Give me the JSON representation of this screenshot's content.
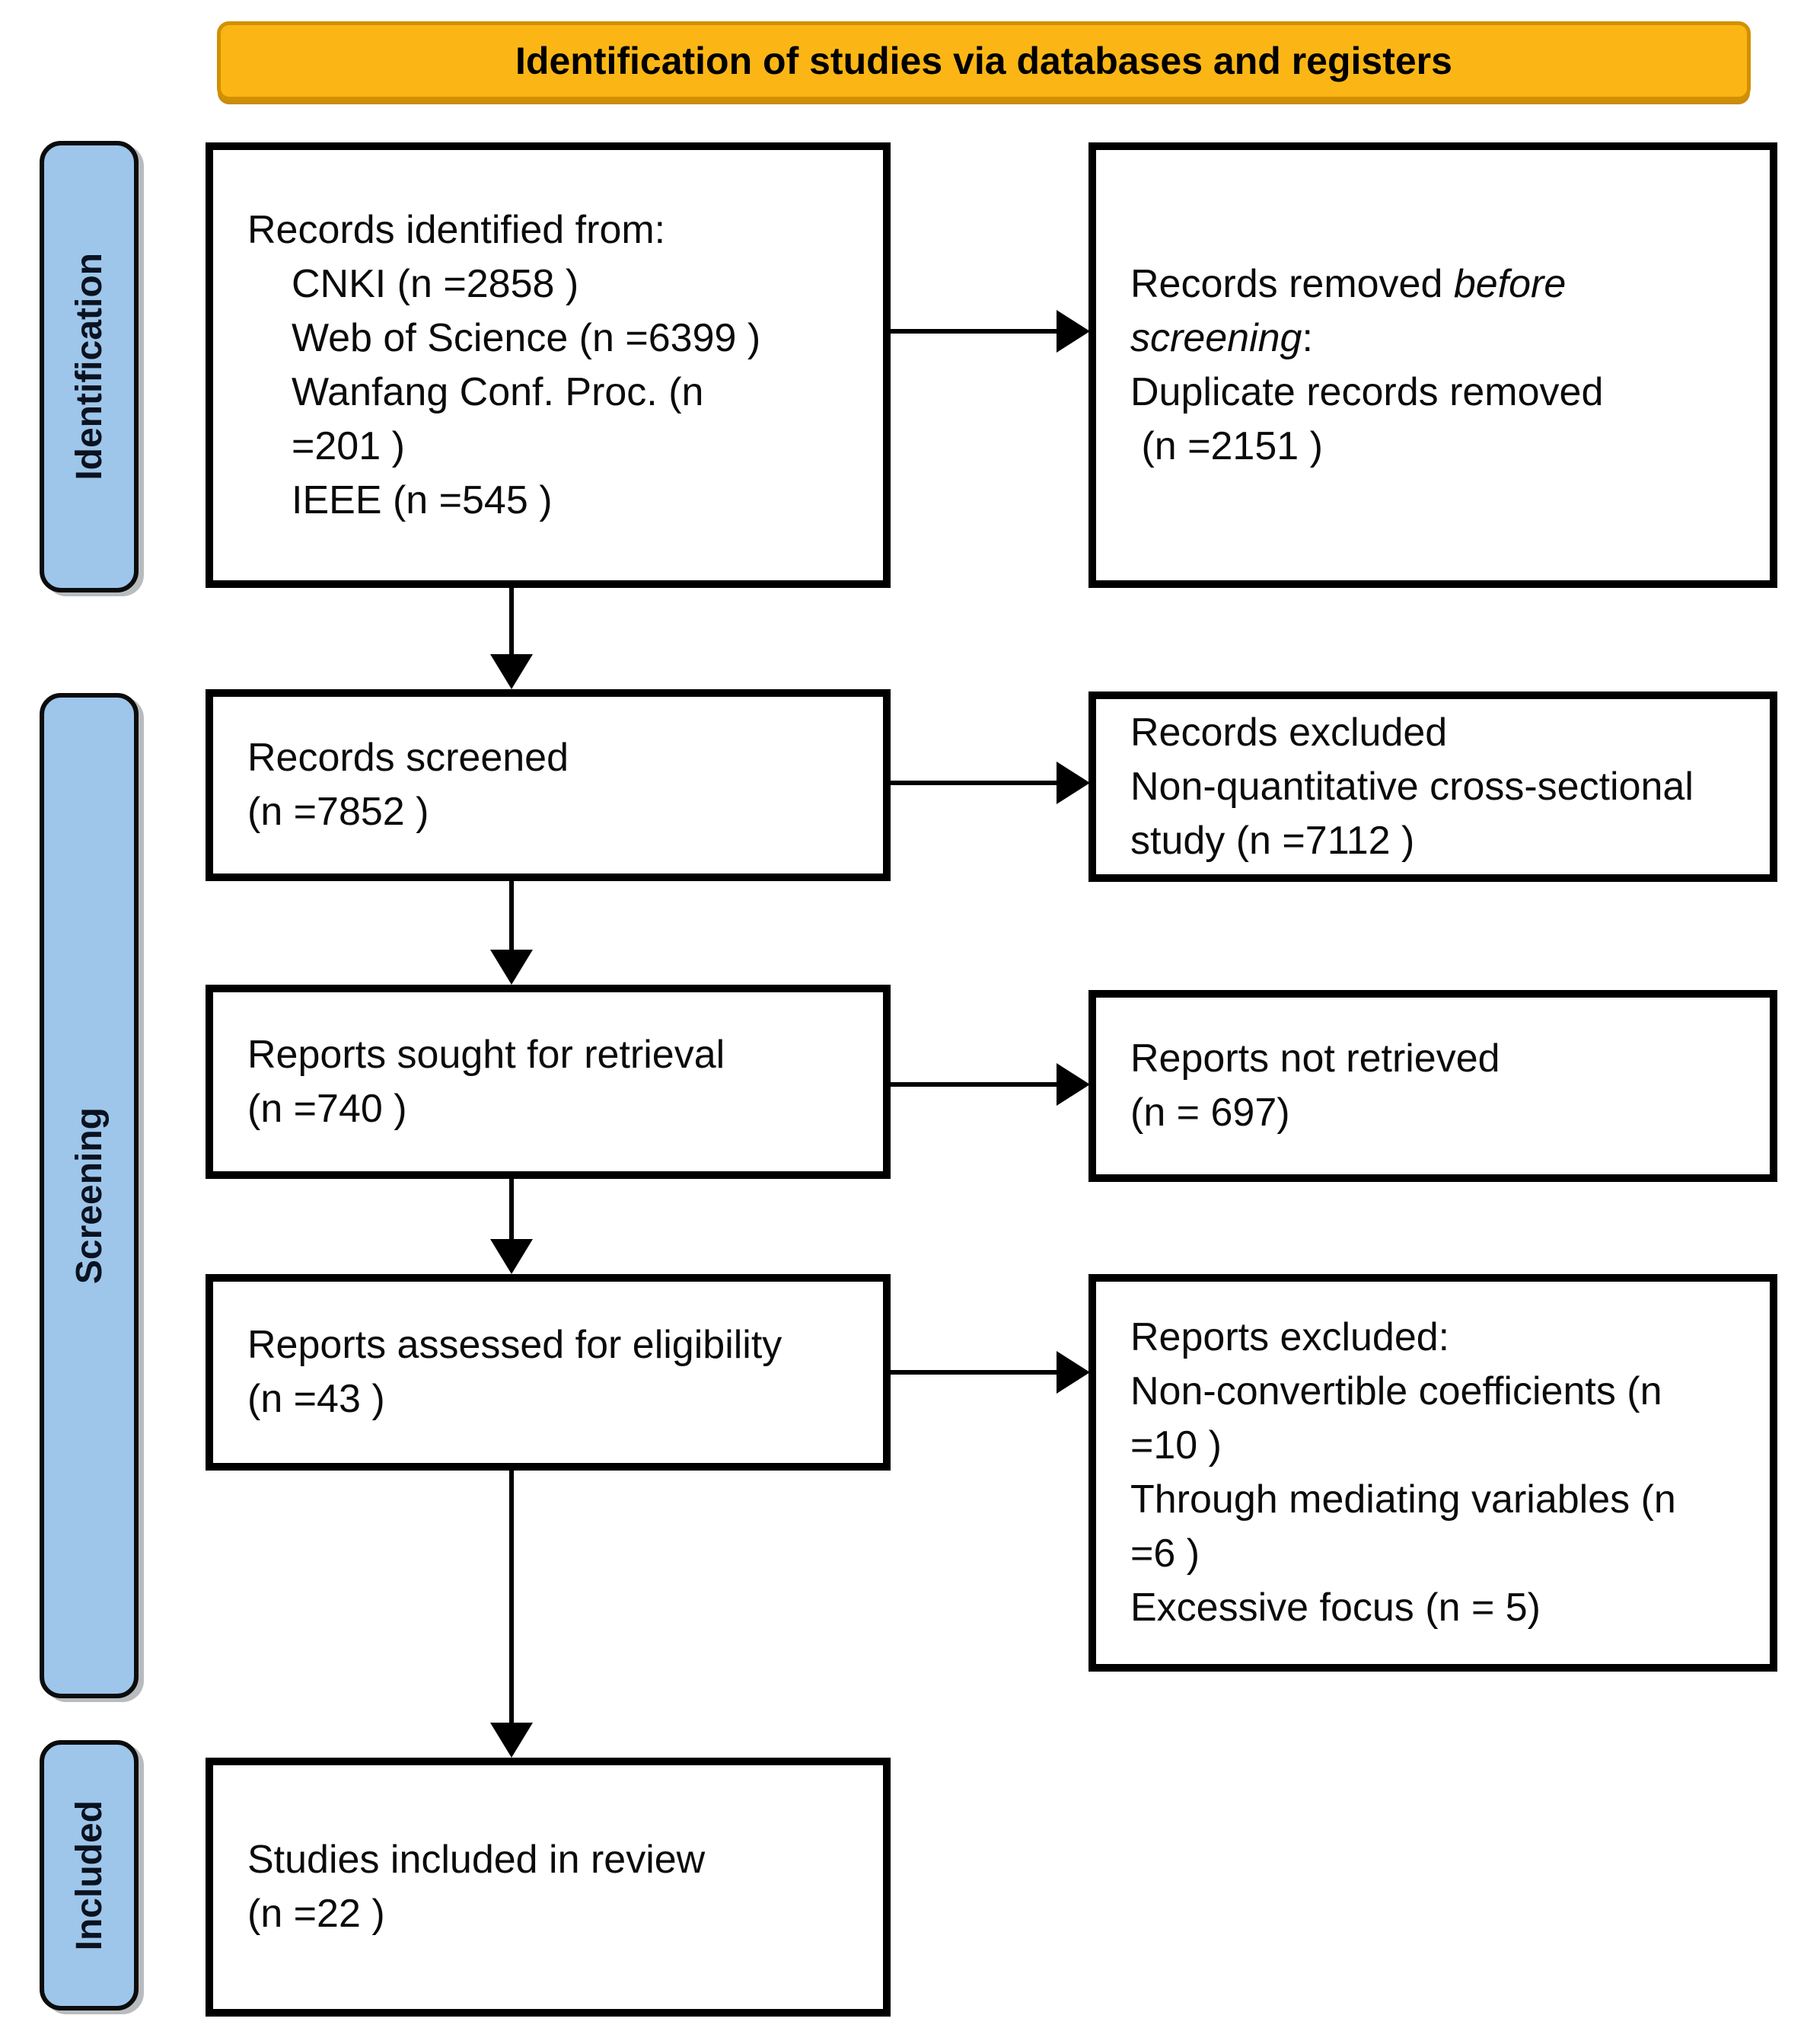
{
  "banner": {
    "title": "Identification of studies via databases and registers"
  },
  "sidebar": {
    "identification": "Identification",
    "screening": "Screening",
    "included": "Included"
  },
  "flow": {
    "records_identified": {
      "lines": [
        "Records identified from:",
        "CNKI (n =2858 )",
        "Web of Science (n =6399 )",
        "Wanfang Conf. Proc. (n",
        "=201 )",
        "IEEE (n =545 )"
      ]
    },
    "records_removed": {
      "line1_normal": "Records removed ",
      "line1_italic": "before",
      "line2_italic": "screening",
      "line2_suffix": ":",
      "line3": "Duplicate records removed",
      "line4": " (n =2151 )"
    },
    "records_screened": {
      "lines": [
        "Records screened",
        "(n =7852 )"
      ]
    },
    "records_excluded": {
      "lines": [
        "Records excluded",
        "Non-quantitative cross-sectional",
        "study (n =7112 )"
      ]
    },
    "reports_sought": {
      "lines": [
        "Reports sought for retrieval",
        "(n =740 )"
      ]
    },
    "reports_not_retrieved": {
      "lines": [
        "Reports not retrieved",
        "(n = 697)"
      ]
    },
    "reports_assessed": {
      "lines": [
        "Reports assessed for eligibility",
        "(n =43 )"
      ]
    },
    "reports_excluded": {
      "lines": [
        "Reports excluded:",
        "Non-convertible coefficients (n",
        "=10 )",
        "Through mediating variables (n",
        "=6 )",
        "Excessive focus (n = 5)"
      ]
    },
    "studies_included": {
      "lines": [
        "Studies included in review",
        "(n =22 )"
      ]
    }
  },
  "colors": {
    "banner_fill": "#FBB615",
    "banner_border": "#D29000",
    "stage_fill": "#9DC6EA",
    "box_border": "#000000",
    "text": "#0B0B0B"
  }
}
